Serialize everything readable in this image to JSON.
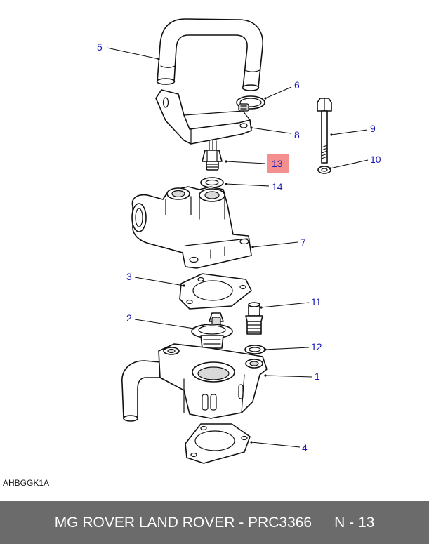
{
  "diagram": {
    "reference_code": "AHBGGK1A",
    "highlighted_callout": "13",
    "highlight_color": "#f48f8f",
    "callout_color": "#1a1ab8",
    "callouts": {
      "c1": "1",
      "c2": "2",
      "c3": "3",
      "c4": "4",
      "c5": "5",
      "c6": "6",
      "c7": "7",
      "c8": "8",
      "c9": "9",
      "c10": "10",
      "c11": "11",
      "c12": "12",
      "c13": "13",
      "c14": "14"
    }
  },
  "footer": {
    "title": "MG ROVER LAND ROVER - PRC3366",
    "page": "N - 13",
    "background": "#6b6b6b"
  }
}
